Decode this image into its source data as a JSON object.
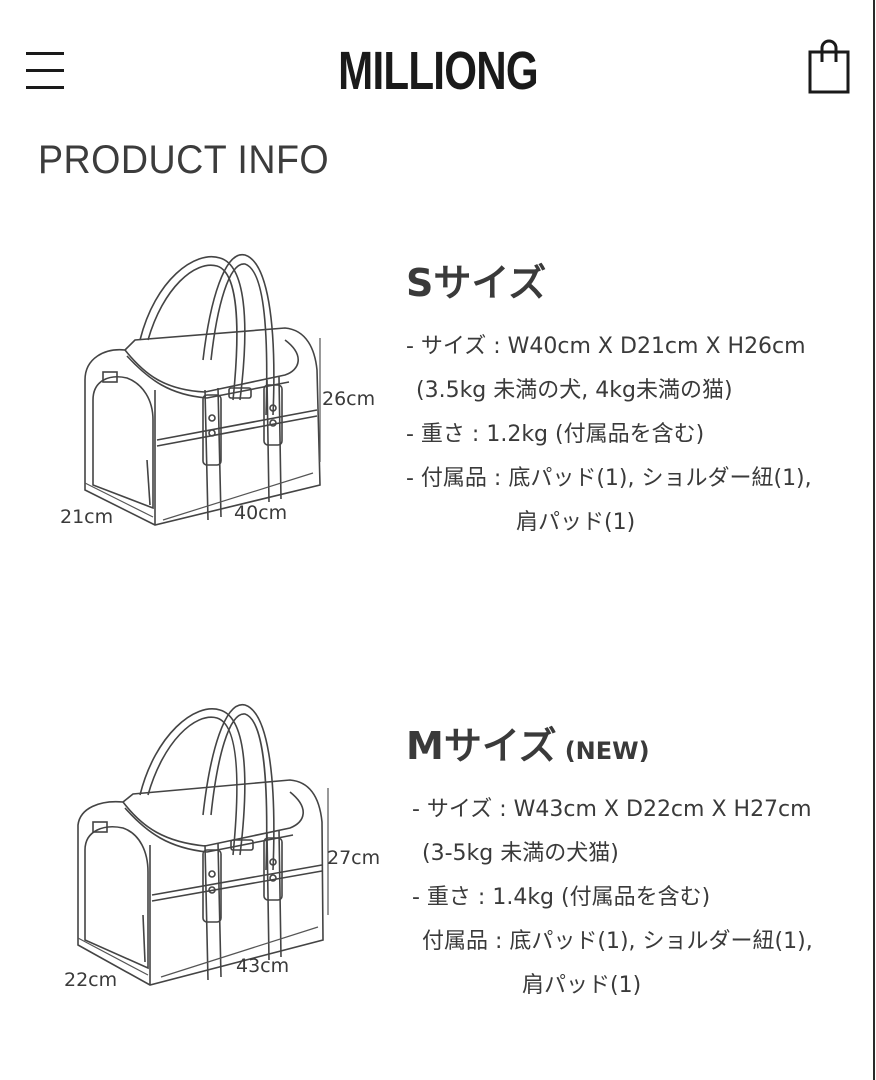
{
  "header": {
    "logo": "MILLIONG",
    "menu_icon": "hamburger-menu-icon",
    "cart_icon": "shopping-bag-icon"
  },
  "page": {
    "section_title": "PRODUCT INFO"
  },
  "products": [
    {
      "title": "Sサイズ",
      "tag": "",
      "dimensions": {
        "height": "26cm",
        "depth": "21cm",
        "width": "40cm"
      },
      "specs": {
        "size": "- サイズ : W40cm X D21cm X H26cm",
        "size_note": "(3.5kg 未満の犬, 4kg未満の猫)",
        "weight": "- 重さ : 1.2kg (付属品を含む)",
        "accessories": "- 付属品 :  底パッド(1),  ショルダー紐(1),",
        "accessories_cont": "肩パッド(1)"
      }
    },
    {
      "title": "Mサイズ",
      "tag": "(NEW)",
      "dimensions": {
        "height": "27cm",
        "depth": "22cm",
        "width": "43cm"
      },
      "specs": {
        "size": "- サイズ : W43cm X D22cm X H27cm",
        "size_note": "(3-5kg 未満の犬猫)",
        "weight": "- 重さ : 1.4kg (付属品を含む)",
        "accessories": "付属品 :  底パッド(1),  ショルダー紐(1),",
        "accessories_cont": "肩パッド(1)"
      }
    }
  ]
}
